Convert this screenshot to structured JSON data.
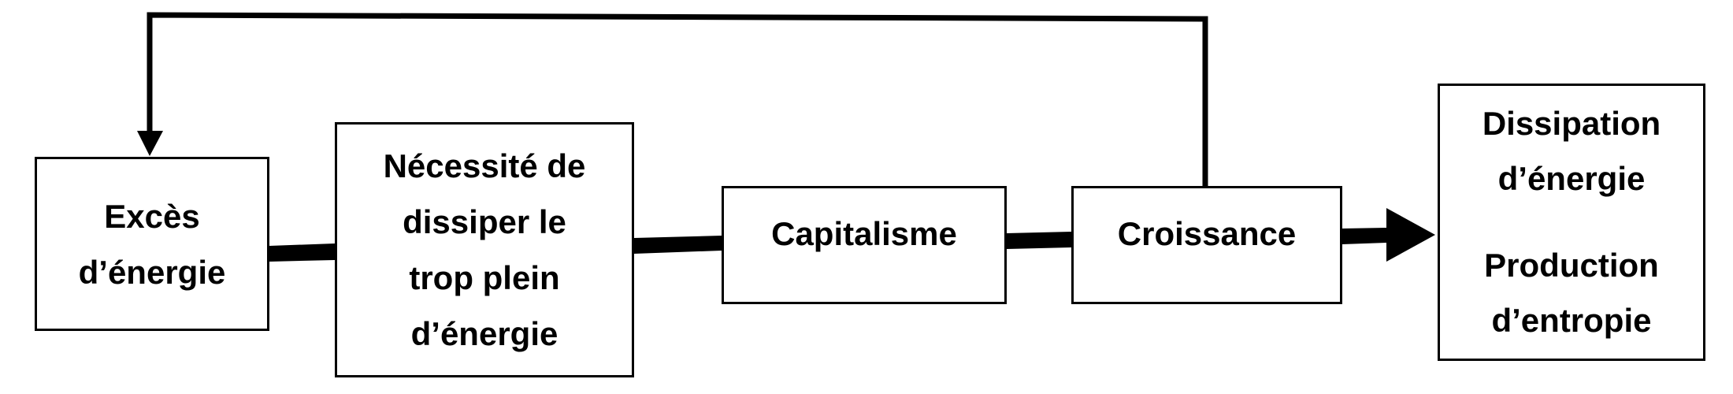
{
  "diagram": {
    "nodes": [
      {
        "id": "exces",
        "lines": [
          "Excès",
          "d’énergie"
        ]
      },
      {
        "id": "necessite",
        "lines": [
          "Nécessité de",
          "dissiper le",
          "trop plein",
          "d’énergie"
        ]
      },
      {
        "id": "capitalisme",
        "lines": [
          "Capitalisme"
        ]
      },
      {
        "id": "croissance",
        "lines": [
          "Croissance"
        ]
      },
      {
        "id": "dissipation",
        "lines": [
          "Dissipation",
          "d’énergie"
        ],
        "lines_b": [
          "Production",
          "d’entropie"
        ]
      }
    ],
    "edges": [
      {
        "from": "exces",
        "to": "necessite",
        "style": "thick"
      },
      {
        "from": "necessite",
        "to": "capitalisme",
        "style": "thick"
      },
      {
        "from": "capitalisme",
        "to": "croissance",
        "style": "thick"
      },
      {
        "from": "croissance",
        "to": "dissipation",
        "style": "thick-arrow"
      },
      {
        "from": "croissance",
        "to": "exces",
        "style": "feedback-arrow"
      }
    ],
    "colors": {
      "stroke": "#000000",
      "fill": "#ffffff",
      "text": "#000000"
    }
  }
}
